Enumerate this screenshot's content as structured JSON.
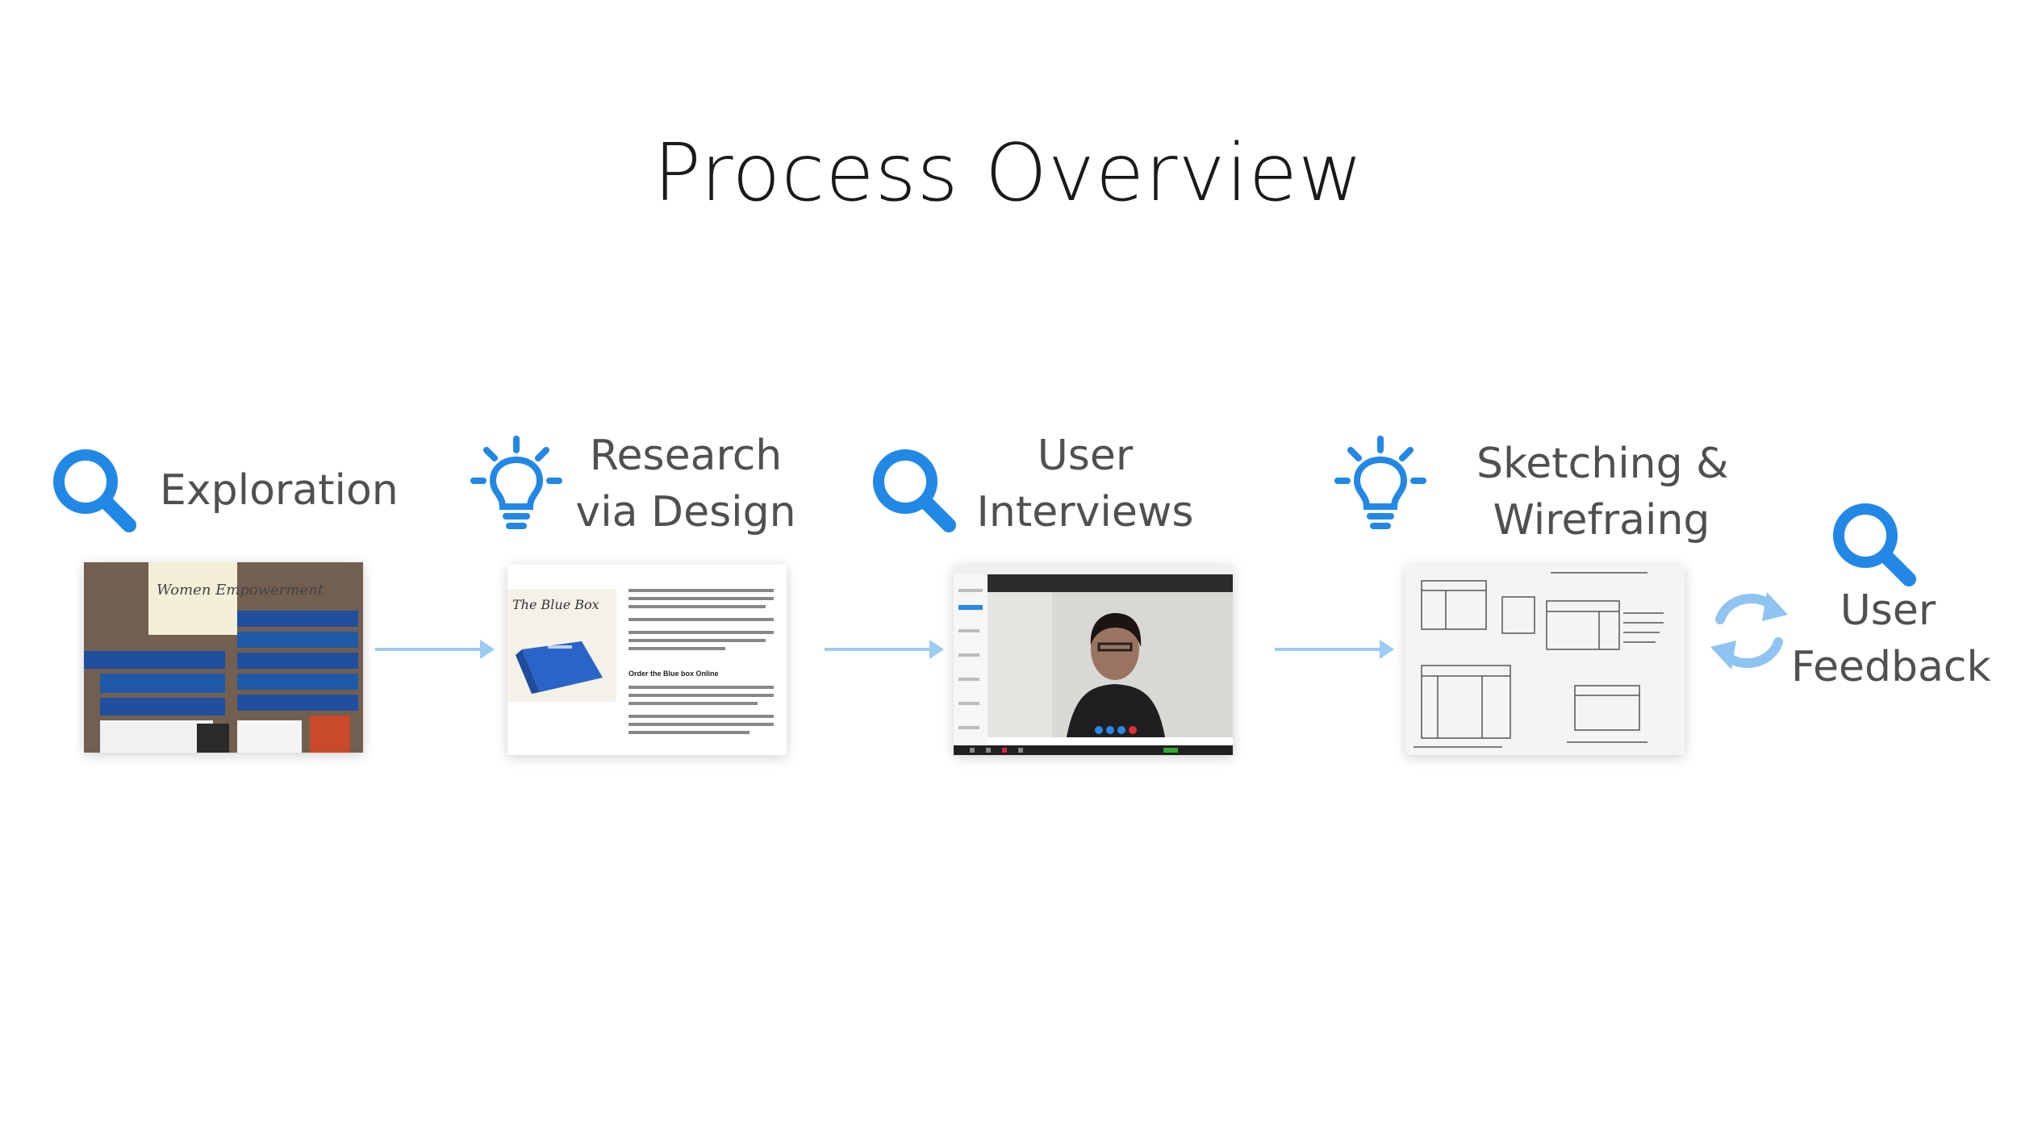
{
  "title": "Process Overview",
  "steps": [
    {
      "line1": "Exploration",
      "line2": "",
      "icon": "search-icon"
    },
    {
      "line1": "Research",
      "line2": "via Design",
      "icon": "lightbulb-icon"
    },
    {
      "line1": "User",
      "line2": "Interviews",
      "icon": "search-icon"
    },
    {
      "line1": "Sketching &",
      "line2": "Wirefraing",
      "icon": "lightbulb-icon"
    },
    {
      "line1": "User",
      "line2": "Feedback",
      "icon": "search-icon"
    }
  ],
  "loop_icon": "refresh-icon",
  "thumbnails": {
    "exploration": {
      "note": "Women Empowerment"
    },
    "research": {
      "sketch_title": "The Blue Box",
      "heading": "Order the Blue box Online"
    },
    "interviews": {},
    "sketching": {}
  },
  "colors": {
    "accent": "#2288e6",
    "accent_light": "#8fc4f2",
    "arrow": "#9ccbf3",
    "label": "#505050"
  }
}
